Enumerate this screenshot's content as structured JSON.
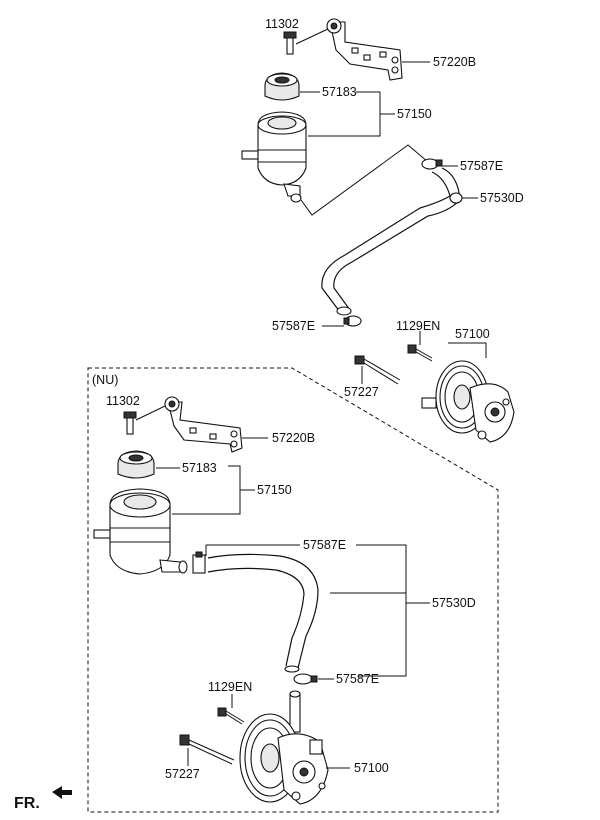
{
  "upper": {
    "bolt_11302": "11302",
    "bracket_57220B": "57220B",
    "cap_57183": "57183",
    "reservoir_57150": "57150",
    "clamp_57587E_top": "57587E",
    "hose_57530D": "57530D",
    "clamp_57587E_bottom": "57587E",
    "bolt_1129EN": "1129EN",
    "pump_57100": "57100",
    "bolt_57227": "57227"
  },
  "lower": {
    "variant_label": "(NU)",
    "bolt_11302": "11302",
    "bracket_57220B": "57220B",
    "cap_57183": "57183",
    "reservoir_57150": "57150",
    "clamp_57587E_top": "57587E",
    "hose_57530D": "57530D",
    "clamp_57587E_bottom": "57587E",
    "bolt_1129EN": "1129EN",
    "bolt_57227": "57227",
    "pump_57100": "57100"
  },
  "front_indicator": "FR."
}
